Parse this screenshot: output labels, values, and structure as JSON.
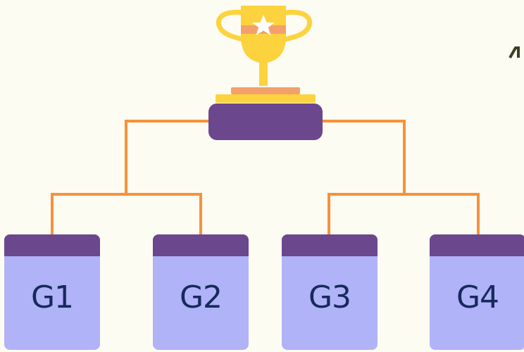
{
  "bracket": {
    "teams": [
      {
        "label": "G1"
      },
      {
        "label": "G2"
      },
      {
        "label": "G3"
      },
      {
        "label": "G4"
      }
    ],
    "winner": {
      "label": ""
    }
  },
  "icons": {
    "trophy": "trophy-icon",
    "star": "star-icon"
  },
  "colors": {
    "background": "#fdfcf2",
    "connector": "#f8913a",
    "card_header": "#6b478e",
    "card_body": "#b1b3f8",
    "label_text": "#172a5c",
    "trophy_gold": "#fcd33f",
    "trophy_band": "#f4a06a"
  }
}
